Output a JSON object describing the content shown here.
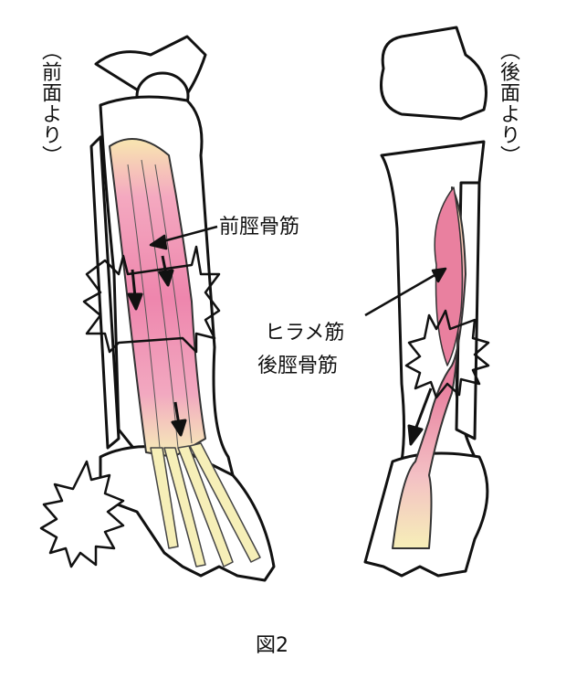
{
  "views": {
    "front": "（前面より）",
    "back": "（後面より）"
  },
  "labels": {
    "tibialis_anterior": "前脛骨筋",
    "soleus": "ヒラメ筋",
    "tibialis_posterior": "後脛骨筋"
  },
  "caption": "図2",
  "colors": {
    "muscle": "#ee86ad",
    "tendon": "#f6efb8",
    "outline": "#111111"
  }
}
